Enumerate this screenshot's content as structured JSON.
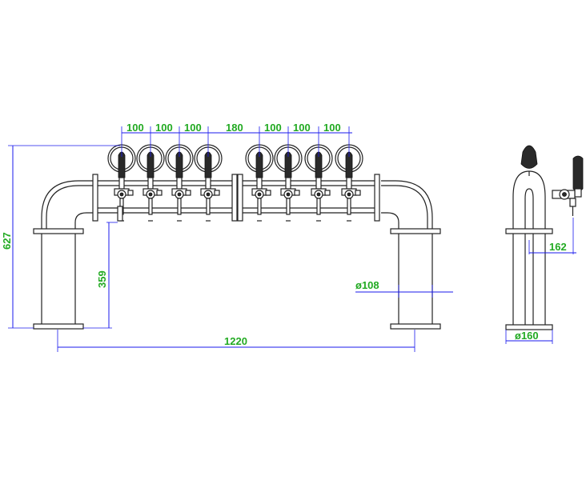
{
  "dimensions": {
    "tap_spacing_left": [
      "100",
      "100",
      "100"
    ],
    "center_gap": "180",
    "tap_spacing_right": [
      "100",
      "100",
      "100"
    ],
    "overall_height": "627",
    "leg_height": "359",
    "overall_width": "1220",
    "pipe_diameter": "ø108",
    "tap_projection": "162",
    "base_diameter": "ø160"
  },
  "colors": {
    "outline": "#222222",
    "dimension_line": "#1a1aee",
    "dimension_text": "#22aa22"
  }
}
